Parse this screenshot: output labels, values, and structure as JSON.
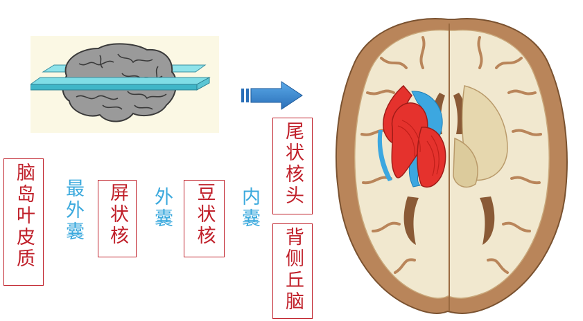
{
  "labels": {
    "insula": "脑岛叶皮质",
    "extreme_capsule": "最外囊",
    "claustrum": "屏状核",
    "external_capsule": "外囊",
    "lentiform_nucleus": "豆状核",
    "internal_capsule": "内囊",
    "caudate_head": "尾状核头",
    "dorsal_thalamus": "背侧丘脑"
  },
  "colors": {
    "box_border": "#c0202a",
    "box_text": "#c0202a",
    "capsule_text": "#3ba9dd",
    "plane": "#7fdde6",
    "arrow": "#3a8fd2",
    "nucleus_red": "#e5322d",
    "capsule_blue": "#3ca7e0"
  }
}
